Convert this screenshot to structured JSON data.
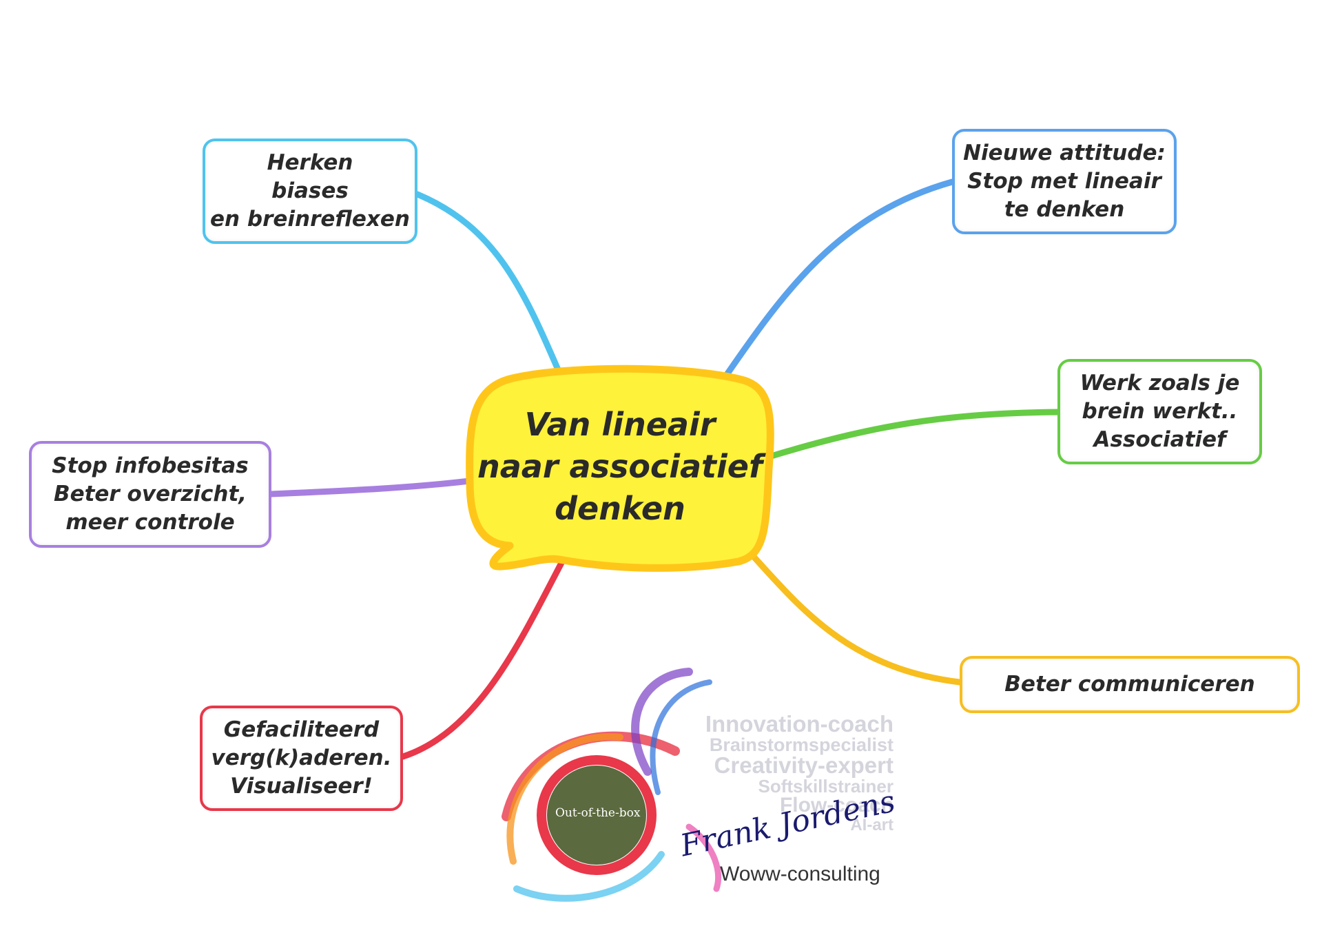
{
  "diagram": {
    "central": {
      "lines": [
        "Van lineair",
        "naar associatief",
        "denken"
      ],
      "fill": "#fff23a",
      "border": "#ffc61a"
    },
    "branches": [
      {
        "id": "herken",
        "lines": [
          "Herken",
          "biases",
          "en breinreflexen"
        ],
        "color": "#4fc3ee"
      },
      {
        "id": "nieuwe-attitude",
        "lines": [
          "Nieuwe attitude:",
          "Stop met lineair",
          "te denken"
        ],
        "color": "#5aa2ec"
      },
      {
        "id": "werk-zoals",
        "lines": [
          "Werk zoals je",
          "brein werkt..",
          "Associatief"
        ],
        "color": "#66cc44"
      },
      {
        "id": "beter-communiceren",
        "lines": [
          "Beter communiceren"
        ],
        "color": "#f7be1e"
      },
      {
        "id": "gefaciliteerd",
        "lines": [
          "Gefaciliteerd",
          "verg(k)aderen.",
          "Visualiseer!"
        ],
        "color": "#e8384a"
      },
      {
        "id": "stop-infobesitas",
        "lines": [
          "Stop infobesitas",
          "Beter overzicht,",
          "meer controle"
        ],
        "color": "#a77fe0"
      }
    ]
  },
  "logo": {
    "roles": [
      "Innovation-coach",
      "Brainstormspecialist",
      "Creativity-expert",
      "Softskillstrainer",
      "Flow-coach",
      "AI-art"
    ],
    "center_label": "Out-of-the-box",
    "name": "Frank Jordens",
    "company": "Woww-consulting",
    "colors": {
      "roles": "#d4d4dc",
      "signature": "#1a1a6e",
      "swirl": [
        "#e8384a",
        "#f7941e",
        "#7b3fc4",
        "#2a6fdb",
        "#4fc3ee",
        "#e84aa8"
      ]
    }
  }
}
